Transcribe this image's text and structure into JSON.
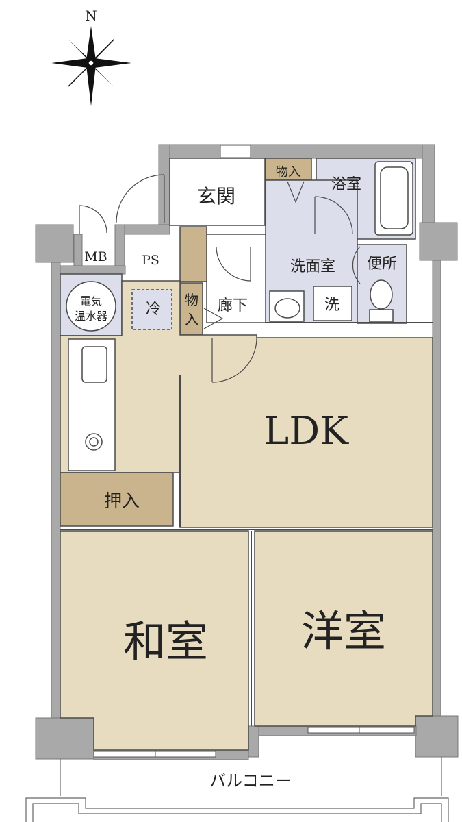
{
  "compass": {
    "label": "N"
  },
  "rooms": {
    "genkan": "玄関",
    "mono_top": "物入",
    "yokushitsu": "浴室",
    "senmenshitsu": "洗面室",
    "sen": "洗",
    "benjo": "便所",
    "mb": "MB",
    "ps": "PS",
    "water_heater_line1": "電気",
    "water_heater_line2": "温水器",
    "rei": "冷",
    "mono_side_1": "物",
    "mono_side_2": "入",
    "rouka": "廊下",
    "ldk": "LDK",
    "oshiire": "押入",
    "washitsu": "和室",
    "youshitsu": "洋室",
    "balcony": "バルコニー"
  },
  "colors": {
    "wall": "#a9a9a9",
    "floor_main": "#e8dcc0",
    "storage": "#c9b48e",
    "wet_area": "#dcdfeb",
    "line": "#4a4a4a"
  }
}
